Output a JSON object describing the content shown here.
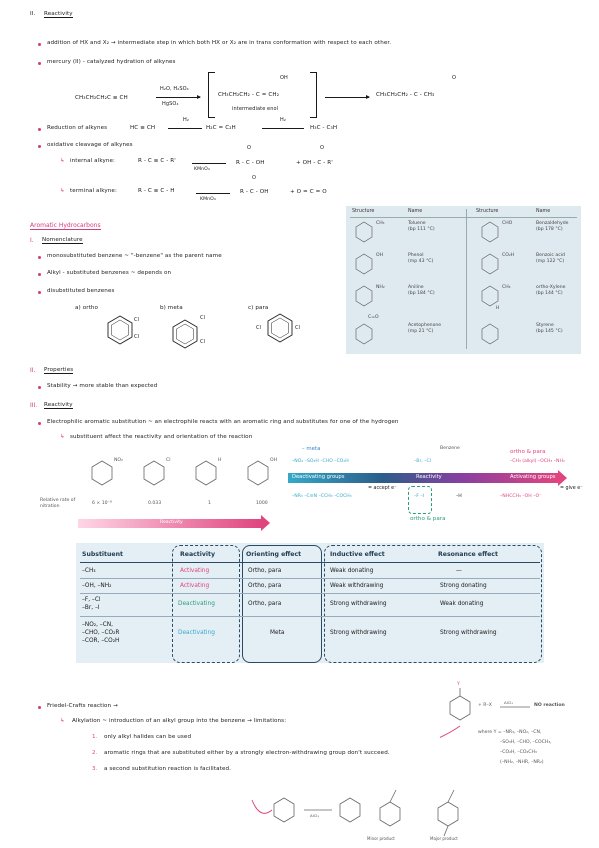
{
  "s2": {
    "num": "II.",
    "title": "Reactivity",
    "b1": "addition of HX and X₂ → intermediate step in which both HX or X₂ are in trans conformation with respect to each other.",
    "b2": "mercury (II) - catalyzed hydration of alkynes",
    "hyd_reactant": "CH₃CH₂CH₂C ≡ CH",
    "hyd_reagent_top": "H₂O, H₂SO₄",
    "hyd_reagent_bot": "HgSO₄",
    "hyd_enol": "CH₃CH₂CH₂ - C = CH₂",
    "hyd_enol_oh": "OH",
    "hyd_enol_label": "intermediate enol",
    "hyd_product": "CH₃CH₂CH₂ - C - CH₃",
    "hyd_product_o": "O",
    "b3": "Reduction of alkynes",
    "red_1": "HC ≡ CH",
    "red_2": "H₂C = C₂H",
    "red_reagent": "H₂",
    "red_3": "H₃C - C₃H",
    "b4": "oxidative cleavage of alkynes",
    "ox_int_label": "internal alkyne:",
    "ox_int_eq": "R - C ≡ C - R'",
    "ox_reagent": "KMnO₄",
    "ox_int_p1": "R - C - OH",
    "ox_int_p2": "+ OH - C - R'",
    "ox_term_label": "terminal alkyne:",
    "ox_term_eq": "R - C ≡ C - H",
    "ox_term_p1": "R - C - OH",
    "ox_term_p2": "+ O = C = O",
    "o_letter": "O"
  },
  "arom": {
    "heading": "Aromatic Hydrocarbons",
    "i_num": "I.",
    "i_title": "Nomenclature",
    "n1": "monosubstituted benzene ~ \"-benzene\" as the parent name",
    "n2": "Alkyl - substituted benzenes ~ depends on",
    "n3": "disubstituted benzenes",
    "ortho": "a) ortho",
    "meta": "b) meta",
    "para": "c) para",
    "cl": "Cl",
    "ii_num": "II.",
    "ii_title": "Properties",
    "p1": "Stability → more stable than expected",
    "iii_num": "III.",
    "iii_title": "Reactivity",
    "eas": "Electrophilic aromatic substitution ~ an electrophile reacts with an aromatic ring and substitutes for one of the hydrogen",
    "eas_sub": "substituent affect the reactivity and orientation of the reaction"
  },
  "table1": {
    "headers": [
      "Structure",
      "Name",
      "Structure",
      "Name"
    ],
    "left": [
      {
        "group": "CH₃",
        "name": "Toluene",
        "bp": "(bp 111 °C)"
      },
      {
        "group": "OH",
        "name": "Phenol",
        "bp": "(mp 43 °C)"
      },
      {
        "group": "NH₂",
        "name": "Aniline",
        "bp": "(bp 184 °C)"
      },
      {
        "group": "C=O",
        "name": "Acetophenone",
        "bp": "(mp 21 °C)"
      }
    ],
    "right": [
      {
        "group": "CHO",
        "name": "Benzaldehyde",
        "bp": "(bp 178 °C)"
      },
      {
        "group": "CO₂H",
        "name": "Benzoic acid",
        "bp": "(mp 122 °C)"
      },
      {
        "group": "CH₃",
        "name": "ortho-Xylene",
        "bp": "(bp 144 °C)"
      },
      {
        "group": "H",
        "name": "Styrene",
        "bp": "(bp 145 °C)"
      }
    ]
  },
  "nitration": {
    "groups": [
      "NO₂",
      "Cl",
      "H",
      "OH"
    ],
    "rate_label": "Relative rate of nitration",
    "rates": [
      "6 × 10⁻⁸",
      "0.033",
      "1",
      "1000"
    ],
    "arrow_label": "Reactivity"
  },
  "scale": {
    "meta": "– meta",
    "orthopara_top": "ortho & para",
    "benzene": "Benzene",
    "deact": "Deactivating groups",
    "act": "Activating groups",
    "reactivity": "Reactivity",
    "accept": "= accept e⁻",
    "give": "= give e⁻",
    "orthopara_bot": "ortho & para",
    "top_groups": "–NO₂   –SO₃H   –CHO   –CO₂H",
    "halo": "–Br, –Cl",
    "h": "–H",
    "act_top": "–CH₃ (alkyl)   –OCH₃   –NH₂",
    "bot_groups": "–NR₃   –C≡N   –CCH₃   –COCH₃",
    "halo2": "–F   –I",
    "act_bot": "–NHCCH₃   –OH   –O⁻"
  },
  "table2": {
    "headers": [
      "Substituent",
      "Reactivity",
      "Orienting effect",
      "Inductive effect",
      "Resonance effect"
    ],
    "rows": [
      {
        "sub": "–CH₃",
        "react": "Activating",
        "orient": "Ortho, para",
        "ind": "Weak donating",
        "res": "—"
      },
      {
        "sub": "–OH, –NH₂",
        "react": "Activating",
        "orient": "Ortho, para",
        "ind": "Weak withdrawing",
        "res": "Strong donating"
      },
      {
        "sub": "–F, –Cl",
        "sub2": "–Br, –I",
        "react": "Deactivating",
        "orient": "Ortho, para",
        "ind": "Strong withdrawing",
        "res": "Weak donating"
      },
      {
        "sub": "–NO₂, –CN,",
        "sub2": "–CHO, –CO₂R",
        "sub3": "–COR, –CO₂H",
        "react": "Deactivating",
        "orient": "Meta",
        "ind": "Strong withdrawing",
        "res": "Strong withdrawing"
      }
    ]
  },
  "fc": {
    "title": "Friedel-Crafts reaction →",
    "alk": "Alkylation ~ introduction of an alkyl group into the benzene → limitations:",
    "l1": "only alkyl halides can be used",
    "l2": "aromatic rings that are substituted either by a strongly electron-withdrawing group don't succeed.",
    "l3": "a second substitution reaction is facilitated.",
    "n1": "1.",
    "n2": "2.",
    "n3": "3.",
    "rx": "+ R–X",
    "rx_cond": "AlCl₃",
    "no_rx": "NO reaction",
    "where": "where Y = –NR₃, –NO₂, –CN,",
    "where2": "–SO₃H, –CHO, –COCH₃,",
    "where3": "–CO₂H, –CO₂CH₃",
    "where4": "(–NH₂, –NHR, –NR₂)",
    "y": "Y",
    "minor": "Minor product",
    "major": "Major product",
    "alcl": "AlCl₃"
  }
}
